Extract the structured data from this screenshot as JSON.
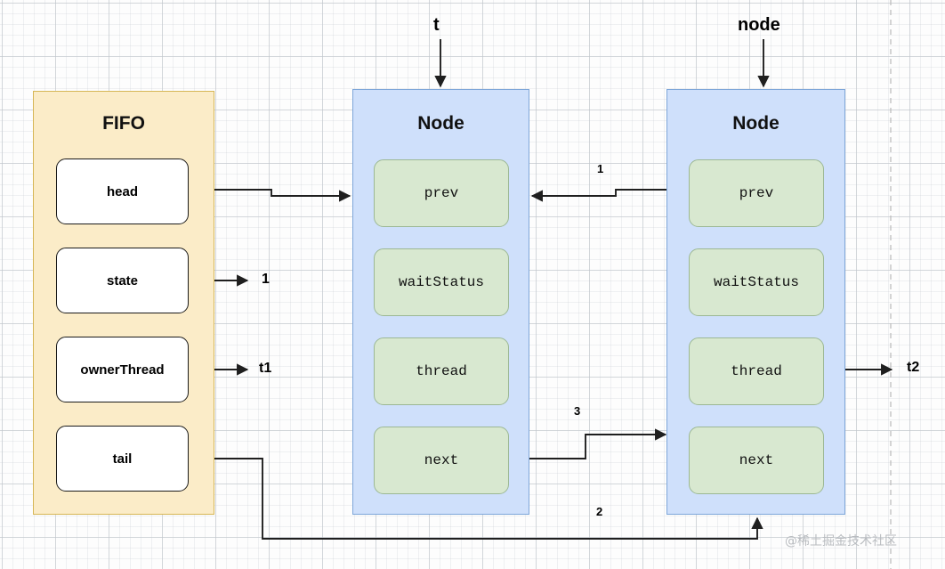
{
  "diagram": {
    "title": "AQS FIFO queue node linkage diagram",
    "background": {
      "grid": true,
      "color": "#fdfdfd"
    },
    "containers": [
      {
        "id": "fifo",
        "label": "FIFO",
        "fill": "#fbecc8",
        "stroke": "#d6b656",
        "fields": [
          {
            "label": "head"
          },
          {
            "label": "state"
          },
          {
            "label": "ownerThread"
          },
          {
            "label": "tail"
          }
        ]
      },
      {
        "id": "node-left",
        "label": "Node",
        "fill": "#cfe0fb",
        "stroke": "#7ea6d9",
        "fields": [
          {
            "label": "prev"
          },
          {
            "label": "waitStatus"
          },
          {
            "label": "thread"
          },
          {
            "label": "next"
          }
        ]
      },
      {
        "id": "node-right",
        "label": "Node",
        "fill": "#cfe0fb",
        "stroke": "#7ea6d9",
        "fields": [
          {
            "label": "prev"
          },
          {
            "label": "waitStatus"
          },
          {
            "label": "thread"
          },
          {
            "label": "next"
          }
        ]
      }
    ],
    "pointer_labels": [
      {
        "id": "t",
        "text": "t"
      },
      {
        "id": "node",
        "text": "node"
      }
    ],
    "value_labels": [
      {
        "id": "state-value",
        "text": "1"
      },
      {
        "id": "owner-thread-value",
        "text": "t1"
      },
      {
        "id": "thread-value",
        "text": "t2"
      }
    ],
    "edge_labels": [
      {
        "id": "edge-1",
        "text": "1"
      },
      {
        "id": "edge-2",
        "text": "2"
      },
      {
        "id": "edge-3",
        "text": "3"
      }
    ],
    "watermark": "@稀土掘金技术社区",
    "colors": {
      "fifo_fill": "#fbecc8",
      "fifo_stroke": "#d6b656",
      "node_fill": "#cfe0fb",
      "node_stroke": "#7ea6d9",
      "field_green_fill": "#d8e8d0",
      "field_green_stroke": "#9cb894",
      "field_white_fill": "#ffffff",
      "field_white_stroke": "#1a1a1a",
      "edge_stroke": "#1f1f1f"
    }
  }
}
